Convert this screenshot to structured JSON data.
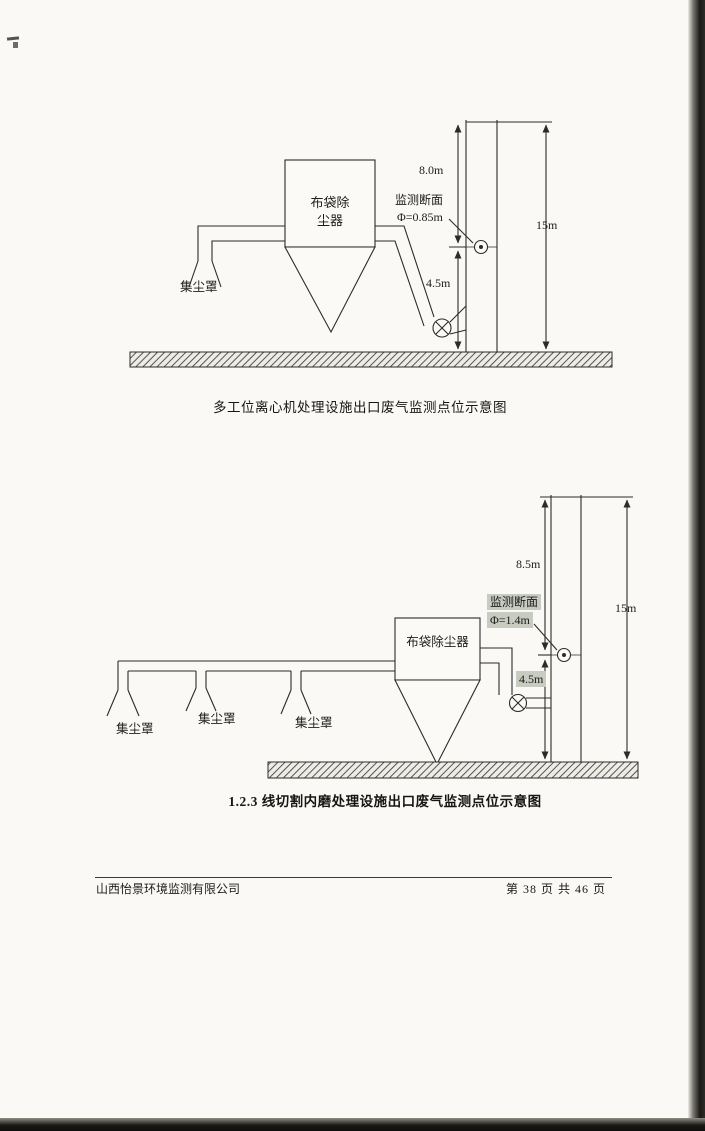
{
  "page": {
    "footer": {
      "company": "山西怡景环境监测有限公司",
      "page_info": "第 38 页 共 46 页"
    }
  },
  "symbols": {
    "fan_icon": "circle-with-x",
    "monitoring_point_icon": "circle-with-dot"
  },
  "diagrams": [
    {
      "caption": "多工位离心机处理设施出口废气监测点位示意图",
      "bag_filter": "布袋除尘器",
      "hoods": [
        "集尘罩"
      ],
      "monitor": {
        "line1": "监测断面",
        "line2": "Φ=0.85m"
      },
      "dims": {
        "upper": "8.0m",
        "lower": "4.5m",
        "total": "15m"
      }
    },
    {
      "caption": "1.2.3 线切割内磨处理设施出口废气监测点位示意图",
      "bag_filter": "布袋除尘器",
      "hoods": [
        "集尘罩",
        "集尘罩",
        "集尘罩"
      ],
      "monitor": {
        "line1": "监测断面",
        "line2": "Φ=1.4m"
      },
      "dims": {
        "upper": "8.5m",
        "lower": "4.5m",
        "total": "15m"
      }
    }
  ]
}
